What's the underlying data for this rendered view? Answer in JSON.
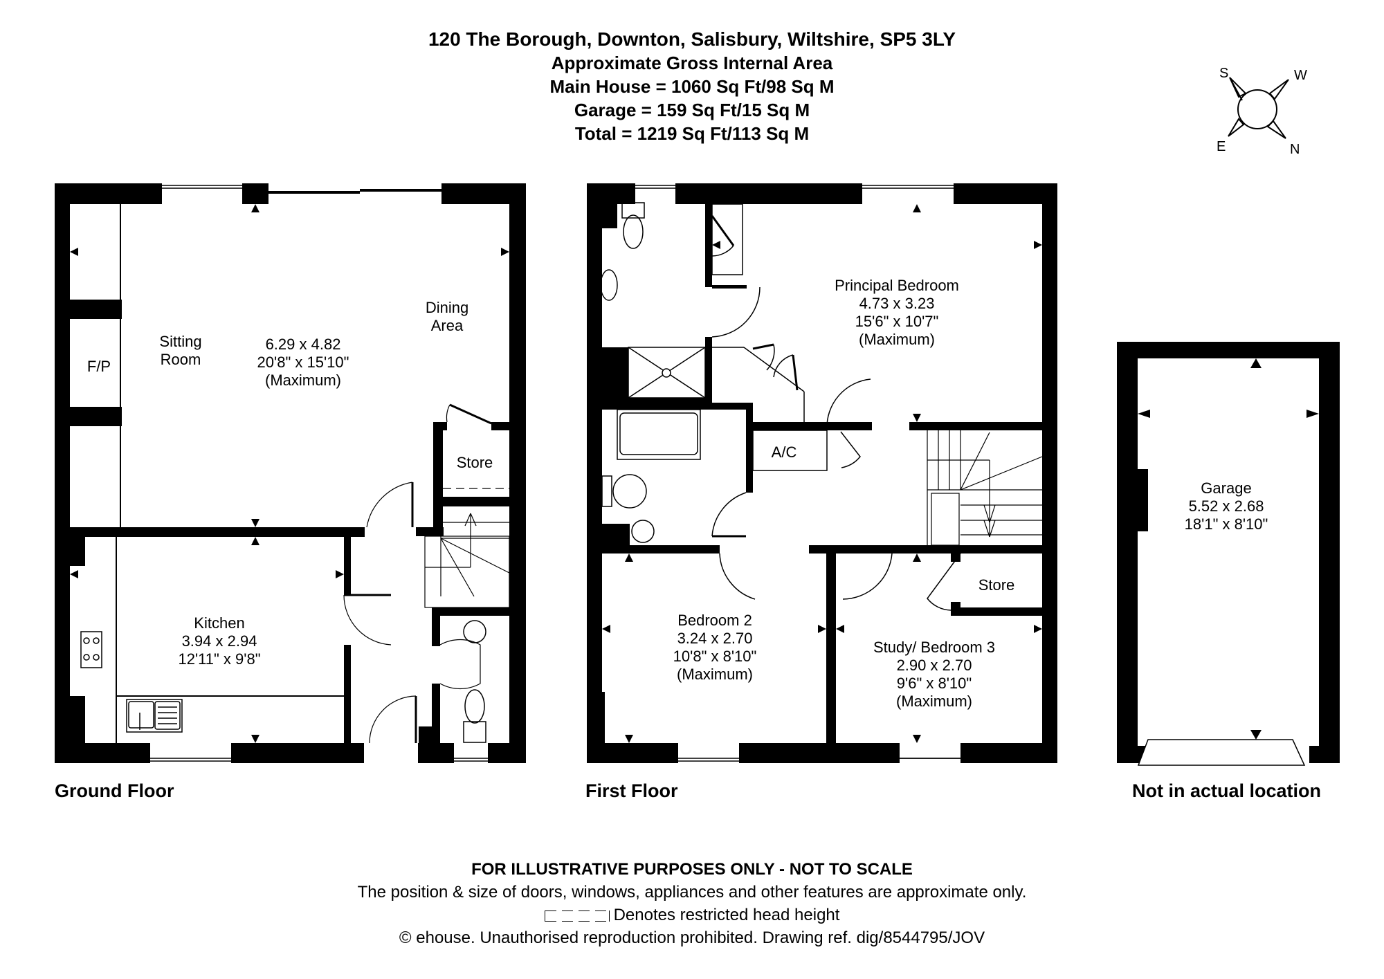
{
  "header": {
    "address": "120 The Borough, Downton, Salisbury, Wiltshire, SP5 3LY",
    "subtitle": "Approximate Gross Internal Area",
    "main_house": "Main House = 1060 Sq Ft/98 Sq M",
    "garage": "Garage = 159 Sq Ft/15 Sq M",
    "total": "Total = 1219 Sq Ft/113 Sq M"
  },
  "compass": {
    "labels": {
      "top_left": "S",
      "top_right": "W",
      "bottom_left": "E",
      "bottom_right": "N"
    }
  },
  "ground_floor": {
    "label": "Ground Floor",
    "rooms": {
      "sitting": {
        "name": "Sitting\nRoom",
        "name_l1": "Sitting",
        "name_l2": "Room",
        "metric": "6.29 x 4.82",
        "imperial": "20'8\" x 15'10\"",
        "note": "(Maximum)"
      },
      "dining": {
        "name_l1": "Dining",
        "name_l2": "Area"
      },
      "fireplace": {
        "name": "F/P"
      },
      "store": {
        "name": "Store"
      },
      "kitchen": {
        "name": "Kitchen",
        "metric": "3.94 x 2.94",
        "imperial": "12'11\" x 9'8\""
      }
    }
  },
  "first_floor": {
    "label": "First Floor",
    "rooms": {
      "principal": {
        "name": "Principal Bedroom",
        "metric": "4.73 x 3.23",
        "imperial": "15'6\" x 10'7\"",
        "note": "(Maximum)"
      },
      "ac": {
        "name": "A/C"
      },
      "bedroom2": {
        "name": "Bedroom 2",
        "metric": "3.24 x 2.70",
        "imperial": "10'8\" x 8'10\"",
        "note": "(Maximum)"
      },
      "study": {
        "name": "Study/ Bedroom 3",
        "metric": "2.90 x 2.70",
        "imperial": "9'6\" x 8'10\"",
        "note": "(Maximum)"
      },
      "store": {
        "name": "Store"
      }
    }
  },
  "garage": {
    "label": "Not in actual location",
    "name": "Garage",
    "metric": "5.52 x 2.68",
    "imperial": "18'1\" x 8'10\""
  },
  "footer": {
    "disclaimer": "FOR ILLUSTRATIVE PURPOSES ONLY - NOT TO SCALE",
    "note": "The position & size of doors, windows, appliances and other features are approximate only.",
    "legend": "Denotes restricted head height",
    "copyright": "© ehouse. Unauthorised reproduction prohibited. Drawing ref. dig/8544795/JOV"
  },
  "colors": {
    "wall": "#000000",
    "background": "#ffffff"
  }
}
